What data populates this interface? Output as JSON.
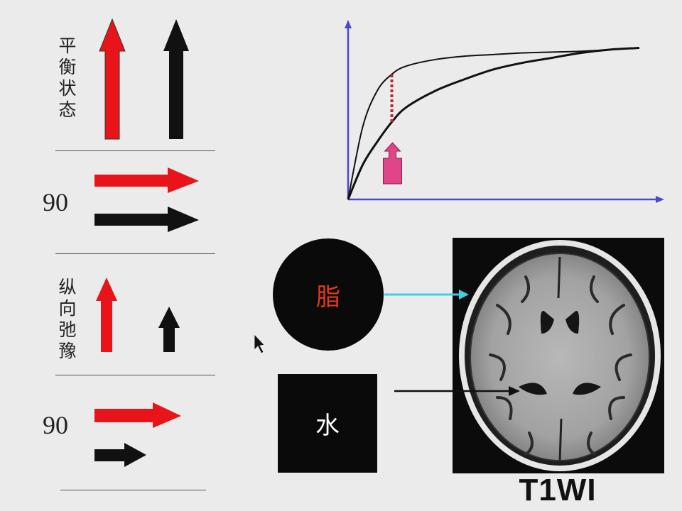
{
  "left_panel": {
    "row1_label": "平衡状态",
    "row2_label": "90",
    "row3_label": "纵向弛豫",
    "row4_label": "90"
  },
  "right_panel": {
    "fat_label": "脂",
    "water_label": "水",
    "caption": "T1WI"
  },
  "colors": {
    "red": "#e8141a",
    "black": "#111111",
    "axis": "#4a4ac8",
    "dotted": "#c0263a",
    "marker": "#e0458a",
    "cyan": "#3cd0e0"
  },
  "chart_data": {
    "type": "line",
    "title": "",
    "xlabel": "",
    "ylabel": "",
    "xlim": [
      0,
      100
    ],
    "ylim": [
      0,
      100
    ],
    "grid": false,
    "series": [
      {
        "x": [
          0,
          5,
          10,
          15,
          20,
          30,
          40,
          50,
          60,
          70,
          80,
          90,
          100
        ],
        "values": [
          0,
          44,
          66,
          76,
          81,
          85,
          87,
          88,
          89,
          89.5,
          90,
          91,
          92
        ]
      },
      {
        "x": [
          0,
          5,
          10,
          15,
          20,
          30,
          40,
          50,
          60,
          70,
          80,
          90,
          100
        ],
        "values": [
          0,
          21,
          35,
          47,
          56,
          66,
          73,
          79,
          83,
          86,
          89,
          91,
          92
        ]
      }
    ],
    "annotations": [
      {
        "type": "dotted-line",
        "x": 15,
        "y_from": 47,
        "y_to": 76
      },
      {
        "type": "arrow-marker",
        "x": 15
      }
    ]
  }
}
